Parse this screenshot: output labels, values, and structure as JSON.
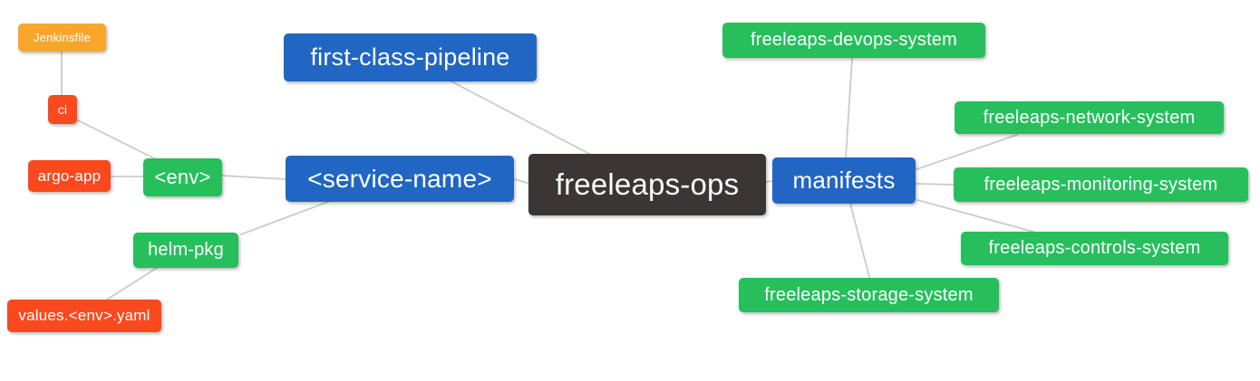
{
  "diagram": {
    "root": "freeleaps-ops",
    "colors": {
      "blue": "#2166c2",
      "green": "#26bf5c",
      "red": "#f9491d",
      "orange": "#f7a62b",
      "dark": "#3b3535",
      "edge": "#cbcbcb",
      "text": "#ffffff",
      "background": "#ffffff"
    },
    "nodes": [
      {
        "id": "jenkinsfile",
        "label": "Jenkinsfile",
        "color": "orange"
      },
      {
        "id": "ci",
        "label": "ci",
        "color": "red"
      },
      {
        "id": "argo-app",
        "label": "argo-app",
        "color": "red"
      },
      {
        "id": "env",
        "label": "<env>",
        "color": "green"
      },
      {
        "id": "helm-pkg",
        "label": "helm-pkg",
        "color": "green"
      },
      {
        "id": "values-env-yaml",
        "label": "values.<env>.yaml",
        "color": "red"
      },
      {
        "id": "first-class-pipeline",
        "label": "first-class-pipeline",
        "color": "blue"
      },
      {
        "id": "service-name",
        "label": "<service-name>",
        "color": "blue"
      },
      {
        "id": "freeleaps-ops",
        "label": "freeleaps-ops",
        "color": "dark"
      },
      {
        "id": "manifests",
        "label": "manifests",
        "color": "blue"
      },
      {
        "id": "freeleaps-devops-system",
        "label": "freeleaps-devops-system",
        "color": "green"
      },
      {
        "id": "freeleaps-network-system",
        "label": "freeleaps-network-system",
        "color": "green"
      },
      {
        "id": "freeleaps-monitoring-system",
        "label": "freeleaps-monitoring-system",
        "color": "green"
      },
      {
        "id": "freeleaps-controls-system",
        "label": "freeleaps-controls-system",
        "color": "green"
      },
      {
        "id": "freeleaps-storage-system",
        "label": "freeleaps-storage-system",
        "color": "green"
      }
    ],
    "edges": [
      {
        "from": "jenkinsfile",
        "to": "ci"
      },
      {
        "from": "ci",
        "to": "env"
      },
      {
        "from": "argo-app",
        "to": "env"
      },
      {
        "from": "env",
        "to": "service-name"
      },
      {
        "from": "helm-pkg",
        "to": "service-name"
      },
      {
        "from": "values-env-yaml",
        "to": "helm-pkg"
      },
      {
        "from": "first-class-pipeline",
        "to": "freeleaps-ops"
      },
      {
        "from": "service-name",
        "to": "freeleaps-ops"
      },
      {
        "from": "freeleaps-ops",
        "to": "manifests"
      },
      {
        "from": "manifests",
        "to": "freeleaps-devops-system"
      },
      {
        "from": "manifests",
        "to": "freeleaps-network-system"
      },
      {
        "from": "manifests",
        "to": "freeleaps-monitoring-system"
      },
      {
        "from": "manifests",
        "to": "freeleaps-controls-system"
      },
      {
        "from": "manifests",
        "to": "freeleaps-storage-system"
      }
    ]
  }
}
